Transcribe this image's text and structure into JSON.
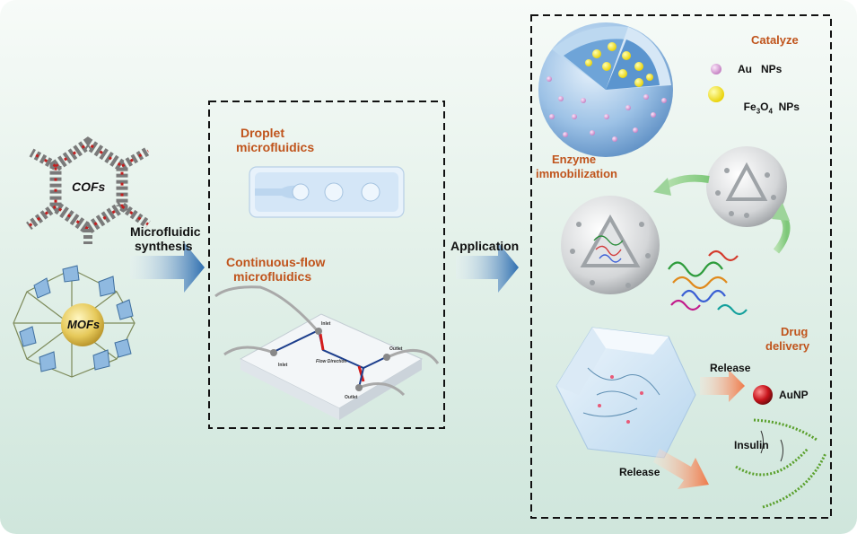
{
  "left": {
    "cofs_label": "COFs",
    "mofs_label": "MOFs",
    "synthesis_label": [
      "Microfluidic",
      "synthesis"
    ]
  },
  "middle": {
    "droplet_label": [
      "Droplet",
      "microfluidics"
    ],
    "continuous_label": [
      "Continuous-flow",
      "microfluidics"
    ],
    "chip_labels": {
      "inlet_top": "Inlet",
      "inlet_left": "Inlet",
      "outlet_right": "Outlet",
      "outlet_bottom": "Outlet",
      "flow_direction": "Flow Direction"
    }
  },
  "application_label": "Application",
  "right": {
    "catalyze_label": "Catalyze",
    "legend": {
      "au_label": "Au   NPs",
      "fe_prefix": "Fe",
      "fe_sub3": "3",
      "fe_mid": "O",
      "fe_sub4": "4",
      "fe_suffix": "  NPs",
      "au_color": "#d9a6d6",
      "fe_color": "#f2e21a"
    },
    "enzyme_label": [
      "Enzyme",
      "immobilization"
    ],
    "drug_label": [
      "Drug",
      "delivery"
    ],
    "release_top": "Release",
    "release_bottom": "Release",
    "aunp_label": "AuNP",
    "insulin_label": "Insulin"
  },
  "colors": {
    "accent_orange": "#c0541c",
    "arrow_blue": "#3a78b5",
    "sphere_blue": "#9fc3e6",
    "aunp_red": "#c0141c",
    "insulin_green": "#5aa02c"
  }
}
